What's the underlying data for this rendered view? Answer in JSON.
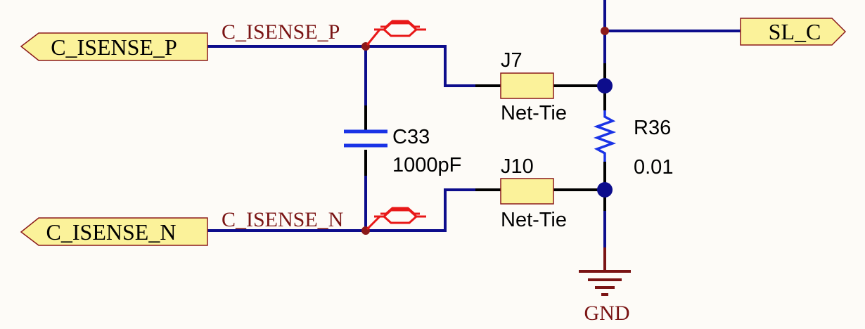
{
  "ports": {
    "c_isense_p": "C_ISENSE_P",
    "c_isense_n": "C_ISENSE_N",
    "sl_c": "SL_C"
  },
  "nets": {
    "c_isense_p": "C_ISENSE_P",
    "c_isense_n": "C_ISENSE_N"
  },
  "components": {
    "c33": {
      "ref": "C33",
      "value": "1000pF"
    },
    "j7": {
      "ref": "J7",
      "value": "Net-Tie"
    },
    "j10": {
      "ref": "J10",
      "value": "Net-Tie"
    },
    "r36": {
      "ref": "R36",
      "value": "0.01"
    }
  },
  "power": {
    "gnd": "GND"
  },
  "colors": {
    "background": "#fdfbf7",
    "wire": "#0d0d8c",
    "component": "#1a33e6",
    "net_label": "#7a1414",
    "port_fill": "#fbf29a",
    "diff_pair": "#e81818"
  }
}
